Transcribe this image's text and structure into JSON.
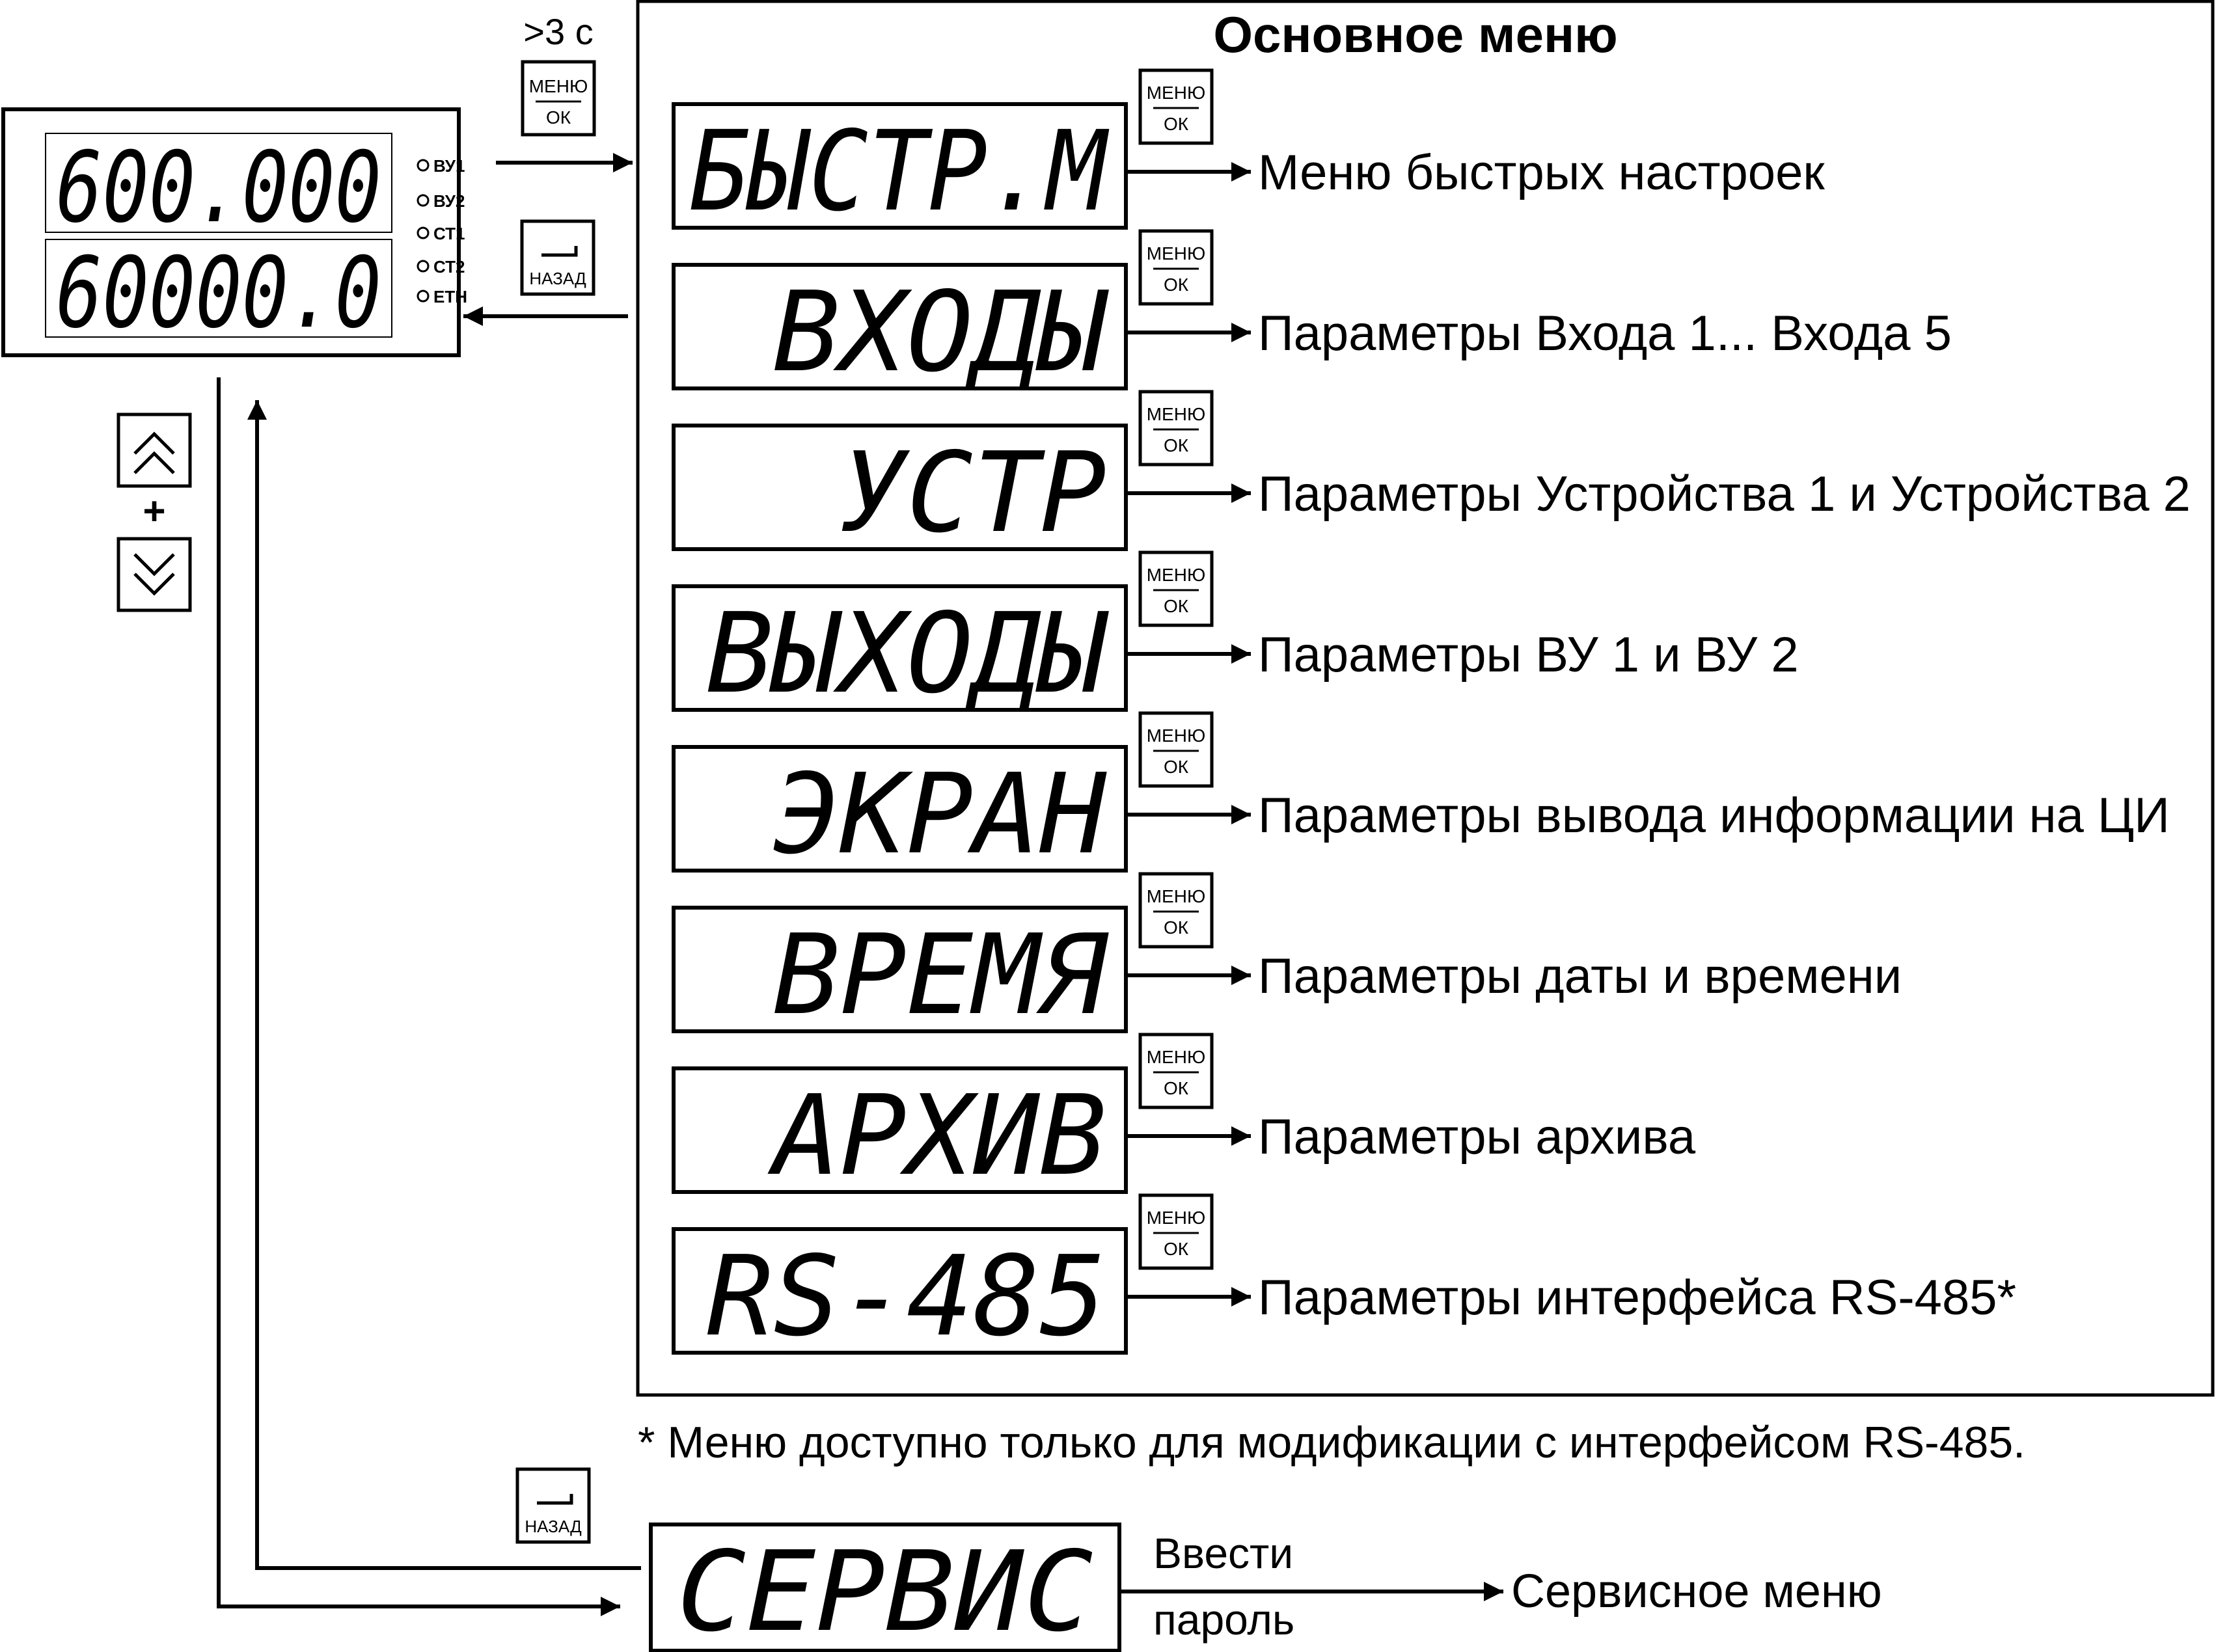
{
  "device": {
    "line1": "600.000",
    "line2": "60000.0",
    "indicators": [
      "ВУ1",
      "ВУ2",
      "СТ1",
      "СТ2",
      "ETH"
    ]
  },
  "timing_label": ">3 с",
  "keys": {
    "menu_top": "МЕНЮ",
    "menu_bottom": "ОК",
    "back": "НАЗАД",
    "plus": "+"
  },
  "main_menu": {
    "title": "Основное меню",
    "items": [
      {
        "display": "БЫСТР.М",
        "description": "Меню быстрых настроек"
      },
      {
        "display": "ВХОДЫ",
        "description": "Параметры Входа 1... Входа 5"
      },
      {
        "display": "УСТР",
        "description": "Параметры Устройства 1 и Устройства 2"
      },
      {
        "display": "ВЫХОДЫ",
        "description": "Параметры ВУ 1 и ВУ 2"
      },
      {
        "display": "ЭКРАН",
        "description": "Параметры вывода информации на ЦИ"
      },
      {
        "display": "ВРЕМЯ",
        "description": "Параметры даты и времени"
      },
      {
        "display": "АРХИВ",
        "description": "Параметры архива"
      },
      {
        "display": "RS-485",
        "description": "Параметры интерфейса RS-485*"
      }
    ]
  },
  "footnote": "* Меню доступно только для модификации с интерфейсом RS-485.",
  "service": {
    "display": "СЕРВИС",
    "password_line1": "Ввести",
    "password_line2": "пароль",
    "description": "Сервисное меню"
  }
}
